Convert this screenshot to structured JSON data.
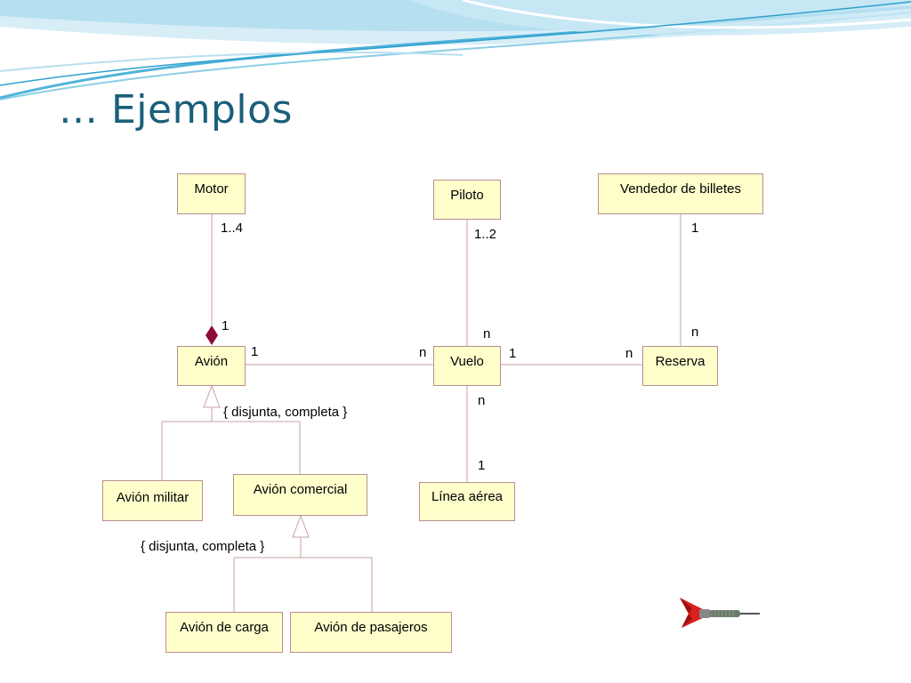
{
  "slide": {
    "title": "… Ejemplos"
  },
  "classes": {
    "motor": "Motor",
    "piloto": "Piloto",
    "vendedor": "Vendedor de billetes",
    "avion": "Avión",
    "vuelo": "Vuelo",
    "reserva": "Reserva",
    "avion_militar": "Avión militar",
    "avion_comercial": "Avión comercial",
    "linea_aerea": "Línea aérea",
    "avion_carga": "Avión de carga",
    "avion_pasajeros": "Avión de pasajeros"
  },
  "multiplicities": {
    "motor_side": "1..4",
    "avion_motor_side": "1",
    "piloto_side": "1..2",
    "vuelo_piloto_side": "n",
    "vendedor_side": "1",
    "reserva_vendedor_side": "n",
    "avion_vuelo_side": "1",
    "vuelo_avion_side": "n",
    "vuelo_reserva_side": "1",
    "reserva_vuelo_side": "n",
    "vuelo_linea_side": "n",
    "linea_side": "1"
  },
  "constraints": {
    "avion_generalization": "{ disjunta, completa }",
    "comercial_generalization": "{ disjunta, completa }"
  },
  "colors": {
    "box_fill": "#ffffcc",
    "box_border": "#b89090",
    "line": "#c8a0a0",
    "composition": "#8b0a3a",
    "title": "#1a5f7a",
    "header_wave": "#4fb3d9"
  },
  "icons": [
    "dart-icon"
  ]
}
